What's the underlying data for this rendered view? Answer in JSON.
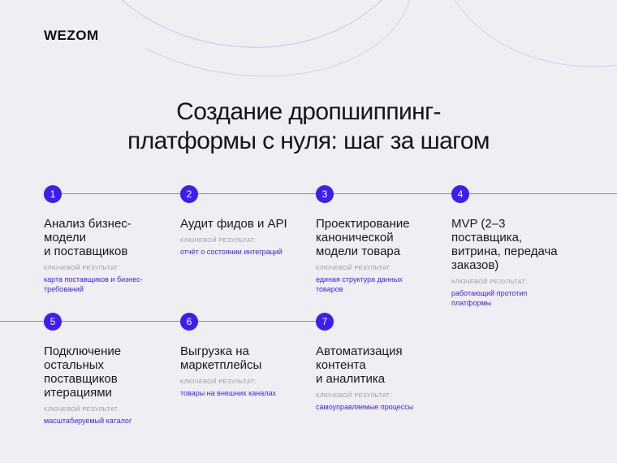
{
  "logo": "WEZOM",
  "title": {
    "line1": "Создание дропшиппинг-",
    "line2": "платформы с нуля: шаг за шагом"
  },
  "colors": {
    "accent": "#3d1df0",
    "background": "#efeff3",
    "line": "#8a8a94"
  },
  "steps": [
    {
      "number": "1",
      "title": "Анализ бизнес-\nмодели\nи поставщиков",
      "result_label": "КЛЮЧЕВОЙ РЕЗУЛЬТАТ:",
      "result_value": "карта поставщиков и бизнес-\nтребований"
    },
    {
      "number": "2",
      "title": "Аудит фидов и API",
      "result_label": "КЛЮЧЕВОЙ РЕЗУЛЬТАТ:",
      "result_value": "отчёт о состоянии интеграций"
    },
    {
      "number": "3",
      "title": "Проектирование\nканонической\nмодели товара",
      "result_label": "КЛЮЧЕВОЙ РЕЗУЛЬТАТ:",
      "result_value": "единая структура данных\nтоваров"
    },
    {
      "number": "4",
      "title": "MVP (2–3\nпоставщика,\nвитрина, передача\nзаказов)",
      "result_label": "КЛЮЧЕВОЙ РЕЗУЛЬТАТ:",
      "result_value": "работающий прототип\nплатформы"
    },
    {
      "number": "5",
      "title": "Подключение\nостальных\nпоставщиков\nитерациями",
      "result_label": "КЛЮЧЕВОЙ РЕЗУЛЬТАТ:",
      "result_value": "масштабируемый каталог"
    },
    {
      "number": "6",
      "title": "Выгрузка на\nмаркетплейсы",
      "result_label": "КЛЮЧЕВОЙ РЕЗУЛЬТАТ:",
      "result_value": "товары на внешних каналах"
    },
    {
      "number": "7",
      "title": "Автоматизация\nконтента\nи аналитика",
      "result_label": "КЛЮЧЕВОЙ РЕЗУЛЬТАТ:",
      "result_value": "самоуправляемые процессы"
    }
  ]
}
